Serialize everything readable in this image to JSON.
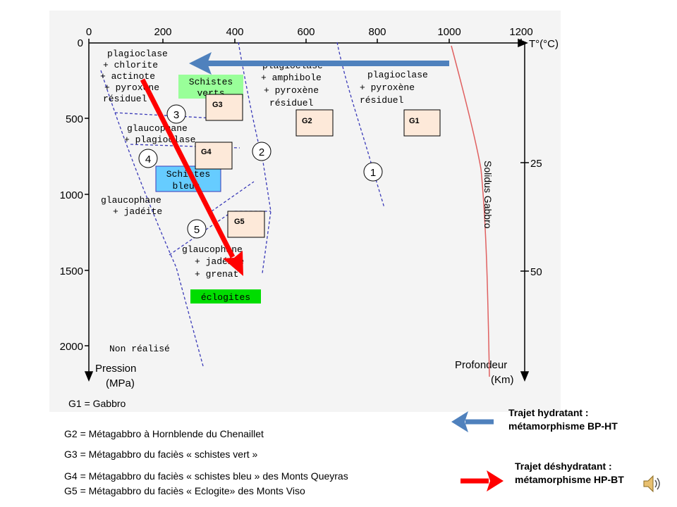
{
  "diagram": {
    "temperature_axis": {
      "label": "T°(°C)",
      "ticks": [
        "0",
        "200",
        "400",
        "600",
        "800",
        "1000",
        "1200"
      ]
    },
    "pressure_axis": {
      "label_line1": "Pression",
      "label_line2": "(MPa)",
      "ticks": [
        "0",
        "500",
        "1000",
        "1500",
        "2000"
      ]
    },
    "depth_axis": {
      "label_line1": "Profondeur",
      "label_line2": "(Km)",
      "ticks": [
        "25",
        "50"
      ]
    },
    "curve_labels": {
      "solidus": "Solidus Gabbro",
      "c1": "1",
      "c2": "2",
      "c3": "3",
      "c4": "4",
      "c5": "5"
    },
    "fields": {
      "f1": [
        "plagioclase",
        "+ chlorite",
        "+ actinote",
        "+ pyroxène",
        "résiduel"
      ],
      "f2": [
        "plagioclase",
        "+ amphibole",
        "+ pyroxène",
        "résiduel"
      ],
      "f3": [
        "plagioclase",
        "+ pyroxène",
        "résiduel"
      ],
      "f4": [
        "glaucophane",
        "+ plagioclase"
      ],
      "f5": [
        "glaucophane",
        "+ jadéite"
      ],
      "f6": [
        "glaucophane",
        "+ jadéite",
        "+ grenat"
      ],
      "not_realized": "Non réalisé"
    },
    "facies": {
      "schistes_verts": [
        "Schistes",
        "verts"
      ],
      "schistes_bleus": [
        "Schistes",
        "bleus"
      ],
      "eclogites": "éclogites"
    },
    "samples": {
      "g1": "G1",
      "g2": "G2",
      "g3": "G3",
      "g4": "G4",
      "g5": "G5"
    },
    "colors": {
      "blue_arrow": "#4f81bd",
      "red_arrow": "#ff0000",
      "schistes_verts": "#99ff99",
      "schistes_bleus": "#66ccff",
      "eclogites": "#00dd00",
      "sample_box": "#fde9d9",
      "solidus": "#e06060"
    }
  },
  "legend": {
    "g1": "G1 = Gabbro",
    "g2": "G2 = Métagabbro à Hornblende du Chenaillet",
    "g3": "G3 = Métagabbro du faciès « schistes vert »",
    "g4": "G4 = Métagabbro du faciès « schistes bleu » des Monts Queyras",
    "g5": "G5 = Métagabbro du faciès « Eclogite» des Monts Viso"
  },
  "trajectories": {
    "hydratant_line1": "Trajet hydratant :",
    "hydratant_line2": "métamorphisme BP-HT",
    "deshydratant_line1": "Trajet déshydratant :",
    "deshydratant_line2": "métamorphisme HP-BT"
  },
  "audio_icon": "speaker-icon"
}
